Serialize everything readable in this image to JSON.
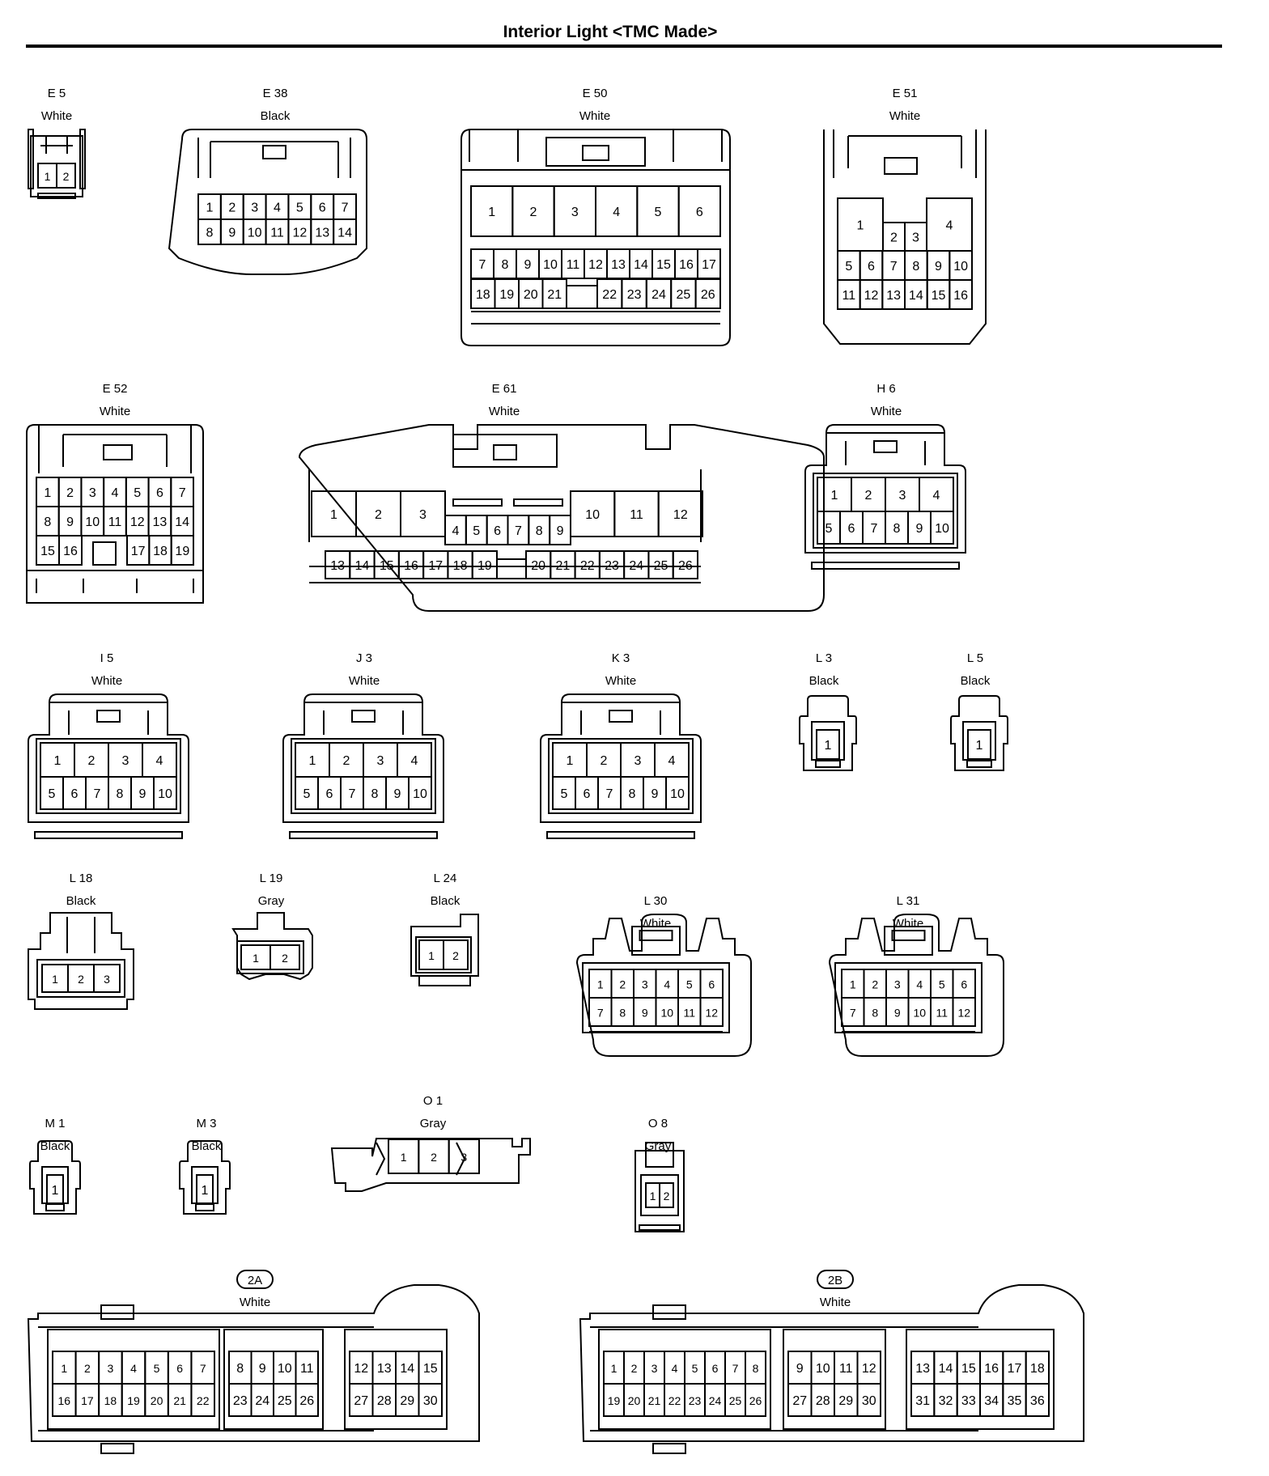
{
  "title": "Interior Light <TMC Made>",
  "connectors": [
    {
      "id": "E5",
      "code": "E 5",
      "color": "White",
      "rows": [
        [
          1,
          2
        ]
      ]
    },
    {
      "id": "E38",
      "code": "E 38",
      "color": "Black",
      "rows": [
        [
          1,
          2,
          3,
          4,
          5,
          6,
          7
        ],
        [
          8,
          9,
          10,
          11,
          12,
          13,
          14
        ]
      ]
    },
    {
      "id": "E50",
      "code": "E 50",
      "color": "White",
      "rows": [
        [
          1,
          2,
          3,
          4,
          5,
          6
        ],
        [
          7,
          8,
          9,
          10,
          11,
          12,
          13,
          14,
          15,
          16,
          17
        ],
        [
          18,
          19,
          20,
          21,
          22,
          23,
          24,
          25,
          26
        ]
      ]
    },
    {
      "id": "E51",
      "code": "E 51",
      "color": "White",
      "rows": [
        [
          1,
          2,
          3,
          4
        ],
        [
          5,
          6,
          7,
          8,
          9,
          10
        ],
        [
          11,
          12,
          13,
          14,
          15,
          16
        ]
      ]
    },
    {
      "id": "E52",
      "code": "E 52",
      "color": "White",
      "rows": [
        [
          1,
          2,
          3,
          4,
          5,
          6,
          7
        ],
        [
          8,
          9,
          10,
          11,
          12,
          13,
          14
        ],
        [
          15,
          16,
          17,
          18,
          19
        ]
      ]
    },
    {
      "id": "E61",
      "code": "E 61",
      "color": "White",
      "rows": [
        [
          1,
          2,
          3,
          10,
          11,
          12
        ],
        [
          4,
          5,
          6,
          7,
          8,
          9
        ],
        [
          13,
          14,
          15,
          16,
          17,
          18,
          19,
          20,
          21,
          22,
          23,
          24,
          25,
          26
        ]
      ]
    },
    {
      "id": "H6",
      "code": "H 6",
      "color": "White",
      "rows": [
        [
          1,
          2,
          3,
          4
        ],
        [
          5,
          6,
          7,
          8,
          9,
          10
        ]
      ]
    },
    {
      "id": "I5",
      "code": "I 5",
      "color": "White",
      "rows": [
        [
          1,
          2,
          3,
          4
        ],
        [
          5,
          6,
          7,
          8,
          9,
          10
        ]
      ]
    },
    {
      "id": "J3",
      "code": "J 3",
      "color": "White",
      "rows": [
        [
          1,
          2,
          3,
          4
        ],
        [
          5,
          6,
          7,
          8,
          9,
          10
        ]
      ]
    },
    {
      "id": "K3",
      "code": "K 3",
      "color": "White",
      "rows": [
        [
          1,
          2,
          3,
          4
        ],
        [
          5,
          6,
          7,
          8,
          9,
          10
        ]
      ]
    },
    {
      "id": "L3",
      "code": "L 3",
      "color": "Black",
      "rows": [
        [
          1
        ]
      ]
    },
    {
      "id": "L5",
      "code": "L 5",
      "color": "Black",
      "rows": [
        [
          1
        ]
      ]
    },
    {
      "id": "L18",
      "code": "L 18",
      "color": "Black",
      "rows": [
        [
          1,
          2,
          3
        ]
      ]
    },
    {
      "id": "L19",
      "code": "L 19",
      "color": "Gray",
      "rows": [
        [
          1,
          2
        ]
      ]
    },
    {
      "id": "L24",
      "code": "L 24",
      "color": "Black",
      "rows": [
        [
          1,
          2
        ]
      ]
    },
    {
      "id": "L30",
      "code": "L 30",
      "color": "White",
      "rows": [
        [
          1,
          2,
          3,
          4,
          5,
          6
        ],
        [
          7,
          8,
          9,
          10,
          11,
          12
        ]
      ]
    },
    {
      "id": "L31",
      "code": "L 31",
      "color": "White",
      "rows": [
        [
          1,
          2,
          3,
          4,
          5,
          6
        ],
        [
          7,
          8,
          9,
          10,
          11,
          12
        ]
      ]
    },
    {
      "id": "M1",
      "code": "M 1",
      "color": "Black",
      "rows": [
        [
          1
        ]
      ]
    },
    {
      "id": "M3",
      "code": "M 3",
      "color": "Black",
      "rows": [
        [
          1
        ]
      ]
    },
    {
      "id": "O1",
      "code": "O 1",
      "color": "Gray",
      "rows": [
        [
          1,
          2,
          3
        ]
      ]
    },
    {
      "id": "O8",
      "code": "O 8",
      "color": "Gray",
      "rows": [
        [
          1,
          2
        ]
      ]
    },
    {
      "id": "2A",
      "code": "2A",
      "color": "White",
      "rows": [
        [
          1,
          2,
          3,
          4,
          5,
          6,
          7,
          8,
          9,
          10,
          11,
          12,
          13,
          14,
          15
        ],
        [
          16,
          17,
          18,
          19,
          20,
          21,
          22,
          23,
          24,
          25,
          26,
          27,
          28,
          29,
          30
        ]
      ]
    },
    {
      "id": "2B",
      "code": "2B",
      "color": "White",
      "rows": [
        [
          1,
          2,
          3,
          4,
          5,
          6,
          7,
          8,
          9,
          10,
          11,
          12,
          13,
          14,
          15,
          16,
          17,
          18
        ],
        [
          19,
          20,
          21,
          22,
          23,
          24,
          25,
          26,
          27,
          28,
          29,
          30,
          31,
          32,
          33,
          34,
          35,
          36
        ]
      ]
    }
  ]
}
